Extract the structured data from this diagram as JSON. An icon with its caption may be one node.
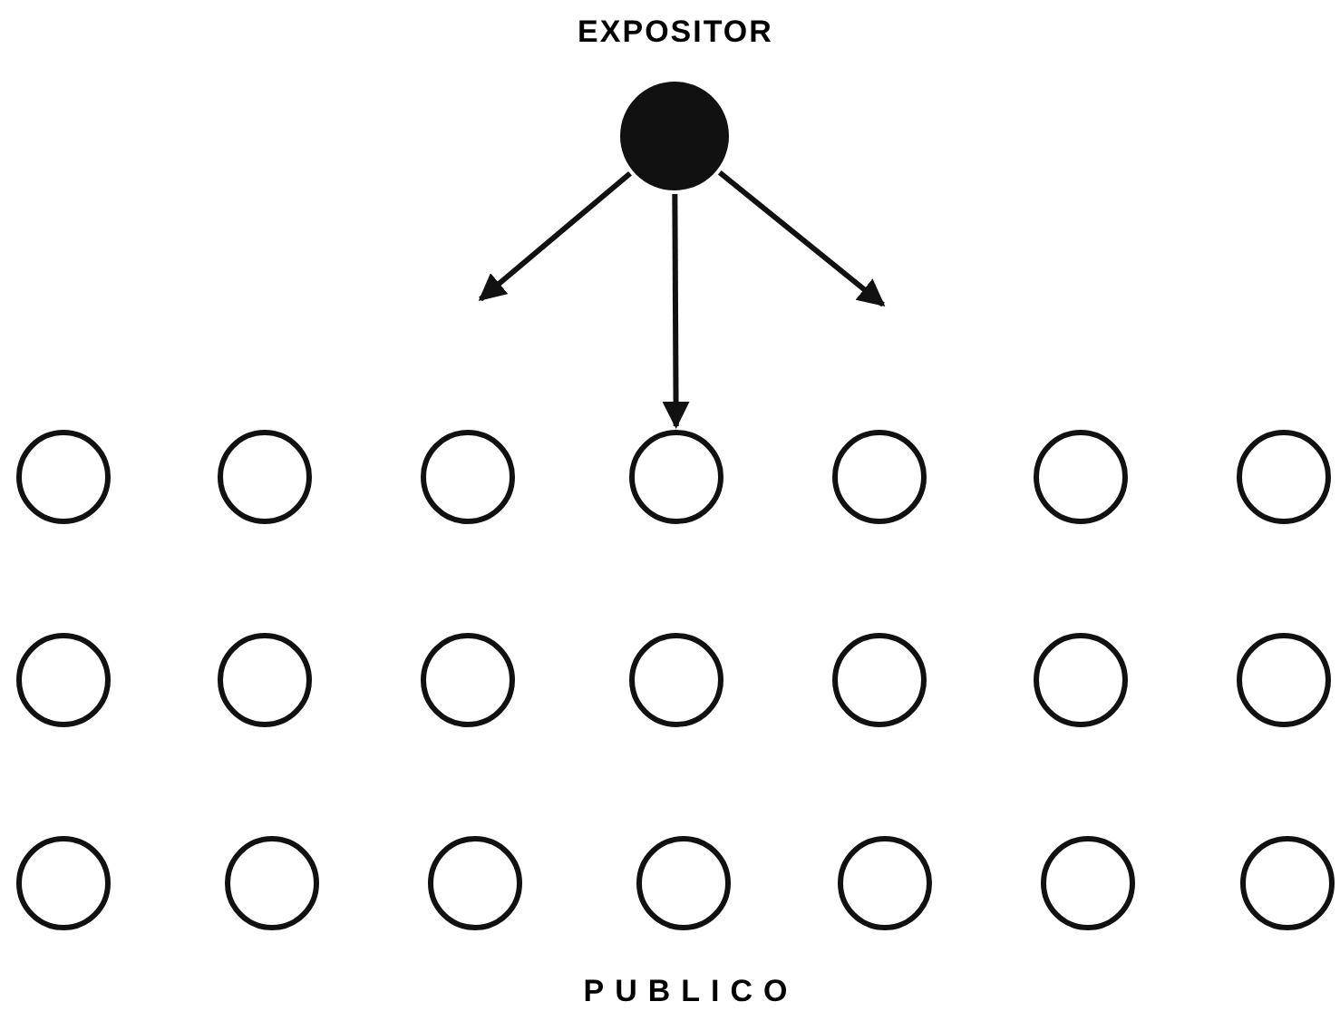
{
  "diagram": {
    "nodes": [
      {
        "text": [
          "EXPOSITOR"
        ]
      },
      {
        "text": [],
        "shape": "circle"
      },
      {
        "text": [],
        "shape": "circle"
      },
      {
        "text": [],
        "shape": "circle"
      },
      {
        "text": [],
        "shape": "circle"
      },
      {
        "text": [],
        "shape": "circle"
      },
      {
        "text": [],
        "shape": "circle"
      },
      {
        "text": [],
        "shape": "circle"
      },
      {
        "text": [],
        "shape": "circle"
      },
      {
        "text": [],
        "shape": "circle"
      },
      {
        "text": [],
        "shape": "circle"
      },
      {
        "text": [],
        "shape": "circle"
      },
      {
        "text": [],
        "shape": "circle"
      },
      {
        "text": [],
        "shape": "circle"
      },
      {
        "text": [],
        "shape": "circle"
      },
      {
        "text": [],
        "shape": "circle"
      },
      {
        "text": [],
        "shape": "circle"
      },
      {
        "text": [],
        "shape": "circle"
      },
      {
        "text": [],
        "shape": "circle"
      },
      {
        "text": [],
        "shape": "circle"
      },
      {
        "text": [],
        "shape": "circle"
      },
      {
        "text": [],
        "shape": "circle"
      }
    ],
    "edges": [
      {
        "from": 0,
        "to": null,
        "arrow": "to"
      },
      {
        "from": 0,
        "to": 4,
        "arrow": "to"
      },
      {
        "from": 0,
        "to": null,
        "arrow": "to"
      }
    ],
    "labels": [
      "PUBLICO"
    ]
  }
}
